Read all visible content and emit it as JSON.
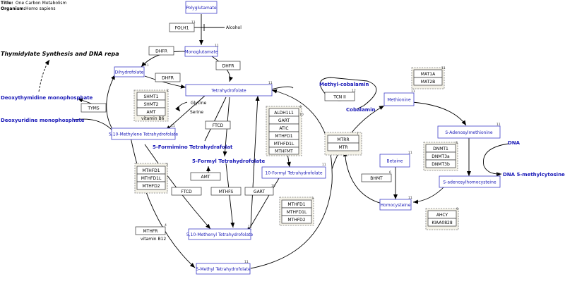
{
  "header": {
    "title_label": "Title:",
    "title_value": "One Carbon Metabolism",
    "organism_label": "Organism:",
    "organism_value": "Homo sapiens"
  },
  "metabolites": {
    "polyglutamate": "Polyglutamate",
    "monoglutamate": "Monoglutamate",
    "dihydrofolate": "Dihydrofolate",
    "tetrahydrofolate": "Tetrahydrofolate",
    "methylene_thf": "5,10-Methylene Tetrahydrofolate",
    "formyl_thf10": "10-Formyl Tetrahydrofolate",
    "methenyl_thf": "5,10-Methenyl Tetrahydrofolate",
    "methyl_thf": "5-Methyl Tetrahydrofolate",
    "methionine": "Methionine",
    "sam": "S-Adenosylmethionine",
    "sah": "S-adenosylhomocysteine",
    "homocysteine": "Homocysteine",
    "betaine": "Betaine"
  },
  "labels": {
    "alcohol": "Alcohol",
    "glycine": "Glycine",
    "serine": "Serine",
    "vitamin_b6": "vitamin B6",
    "vitamin_b12": "vitamin B12",
    "thymidylate": "Thymidylate Synthesis and DNA repa",
    "deoxythymidine": "Deoxythymidine monophosphate",
    "deoxyuridine": "Deoxyuridine monophosphate",
    "formimino": "5-Formimino Tetrahydrafolat",
    "formyl5": "5-Formyl Tetrahydrofolate",
    "methyl_cobalamin": "Methyl-cobalamin",
    "cobalamin": "Cobalamin",
    "dna": "DNA",
    "dna_methyl": "DNA 5-methylcytosine"
  },
  "genes": {
    "folh1": "FOLH1",
    "dhfr_a": "DHFR",
    "dhfr_b": "DHFR",
    "dhfr_c": "DHFR",
    "tyms": "TYMS",
    "shmt1": "SHMT1",
    "shmt2": "SHMT2",
    "amt_a": "AMT",
    "ftcd_a": "FTCD",
    "ftcd_b": "FTCD",
    "amt_b": "AMT",
    "mthfs": "MTHFS",
    "gart": "GART",
    "mthfr": "MTHFR",
    "tcn2": "TCN II",
    "mthfd1_a": "MTHFD1",
    "mthfd1l_a": "MTHFD1L",
    "mthfd2_a": "MTHFD2",
    "aldh1l1": "ALDH1L1",
    "gart_b": "GART",
    "atic": "ATIC",
    "mthfd1_b": "MTHFD1",
    "mthfd1l_b": "MTHFD1L",
    "mthfmt": "MTHFMT",
    "mthfd1_c": "MTHFD1",
    "mthfd1l_c": "MTHFD1L",
    "mthfd2_c": "MTHFD2",
    "mat1a": "MAT1A",
    "mat2b": "MAT2B",
    "mtrr": "MTRR",
    "mtr": "MTR",
    "dnmt1": "DNMT1",
    "dnmt3a": "DNMT3a",
    "dnmt3b": "DNMT3b",
    "bhmt": "BHMT",
    "ahcy": "AHCY",
    "kiaa0828": "KIAA0828"
  },
  "numbers": {
    "n11": "11",
    "n2": "2",
    "n3": "3",
    "n4": "4",
    "n5": "5",
    "n6": "6",
    "n7": "7",
    "n8": "8",
    "n9": "9",
    "n10": "10",
    "n12": "12"
  }
}
